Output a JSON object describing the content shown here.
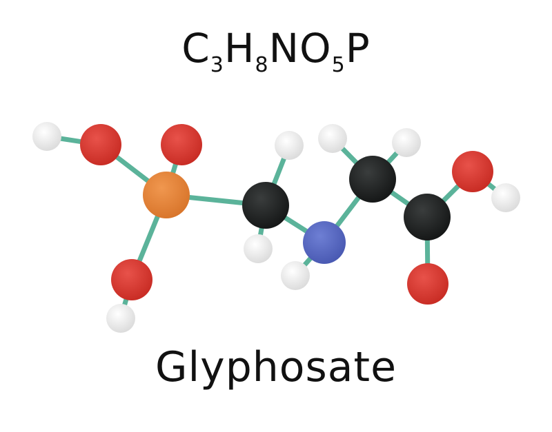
{
  "formula": {
    "parts": [
      {
        "text": "C",
        "sub": false
      },
      {
        "text": "3",
        "sub": true
      },
      {
        "text": "H",
        "sub": false
      },
      {
        "text": "8",
        "sub": true
      },
      {
        "text": "NO",
        "sub": false
      },
      {
        "text": "5",
        "sub": true
      },
      {
        "text": "P",
        "sub": false
      }
    ]
  },
  "name": "Glyphosate",
  "colors": {
    "background": "#ffffff",
    "text": "#111111",
    "bond": "#5bb39a",
    "hydrogen": "#efefef",
    "oxygen": "#d83a31",
    "phosphorus": "#e58336",
    "carbon": "#1f2222",
    "nitrogen": "#5a6bc4"
  },
  "atoms": [
    {
      "id": "H1",
      "element": "hydrogen"
    },
    {
      "id": "O1",
      "element": "oxygen"
    },
    {
      "id": "O2",
      "element": "oxygen"
    },
    {
      "id": "P",
      "element": "phosphorus"
    },
    {
      "id": "O3",
      "element": "oxygen"
    },
    {
      "id": "H2",
      "element": "hydrogen"
    },
    {
      "id": "C1",
      "element": "carbon"
    },
    {
      "id": "H3",
      "element": "hydrogen"
    },
    {
      "id": "H4",
      "element": "hydrogen"
    },
    {
      "id": "N",
      "element": "nitrogen"
    },
    {
      "id": "H5",
      "element": "hydrogen"
    },
    {
      "id": "C2",
      "element": "carbon"
    },
    {
      "id": "H6",
      "element": "hydrogen"
    },
    {
      "id": "H7",
      "element": "hydrogen"
    },
    {
      "id": "C3",
      "element": "carbon"
    },
    {
      "id": "O4",
      "element": "oxygen"
    },
    {
      "id": "H8",
      "element": "hydrogen"
    },
    {
      "id": "O5",
      "element": "oxygen"
    }
  ],
  "bonds": [
    [
      "H1",
      "O1"
    ],
    [
      "O1",
      "P"
    ],
    [
      "O2",
      "P"
    ],
    [
      "P",
      "O3"
    ],
    [
      "O3",
      "H2"
    ],
    [
      "P",
      "C1"
    ],
    [
      "C1",
      "H3"
    ],
    [
      "C1",
      "H4"
    ],
    [
      "C1",
      "N"
    ],
    [
      "N",
      "H5"
    ],
    [
      "N",
      "C2"
    ],
    [
      "C2",
      "H6"
    ],
    [
      "C2",
      "H7"
    ],
    [
      "C2",
      "C3"
    ],
    [
      "C3",
      "O4"
    ],
    [
      "O4",
      "H8"
    ],
    [
      "C3",
      "O5"
    ]
  ]
}
